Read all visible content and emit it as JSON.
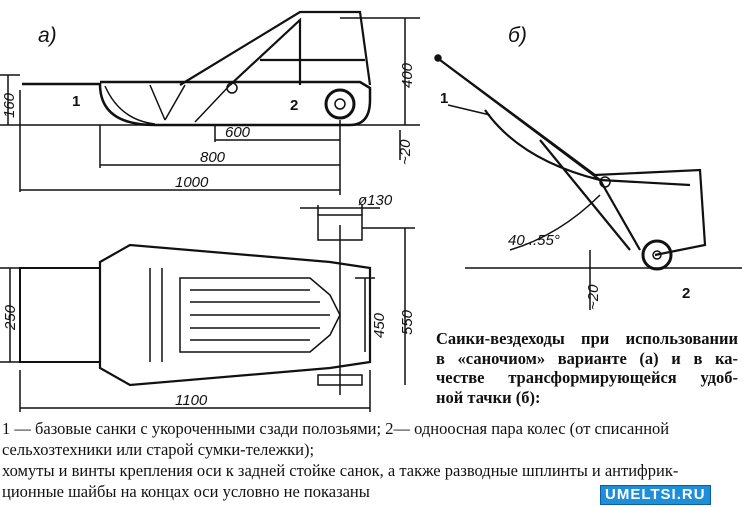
{
  "views": {
    "a": "а)",
    "b": "б)"
  },
  "view_a_side": {
    "dim_height": "160",
    "dim_total_height": "400",
    "dim_600": "600",
    "dim_800": "800",
    "dim_1000": "1000",
    "dim_clearance": "~20",
    "label_1": "1",
    "label_2": "2"
  },
  "view_a_plan": {
    "dim_wheel_dia": "ø130",
    "dim_width": "250",
    "dim_450": "450",
    "dim_550": "550",
    "dim_length": "1100"
  },
  "view_b": {
    "angle": "40...55°",
    "dim_clearance": "~20",
    "label_1": "1",
    "label_2": "2"
  },
  "caption": {
    "lines": [
      "Саики-вездеходы при использовании",
      "в «саночиом» варианте (а) и в ка-",
      "честве трансформирующейся удоб-",
      "ной тачки (б):"
    ]
  },
  "legend": {
    "lines": [
      "1 — базовые санки с укороченными сзади полозьями; 2— одноосная пара колес (от списанной",
      "сельхозтехники или старой сумки-тележки);",
      "хомуты и винты крепления оси к задней стойке санок, а также разводные шплинты и антифрик-",
      "ционные шайбы на концах оси условно не показаны"
    ]
  },
  "watermark": "UMELTSI.RU"
}
